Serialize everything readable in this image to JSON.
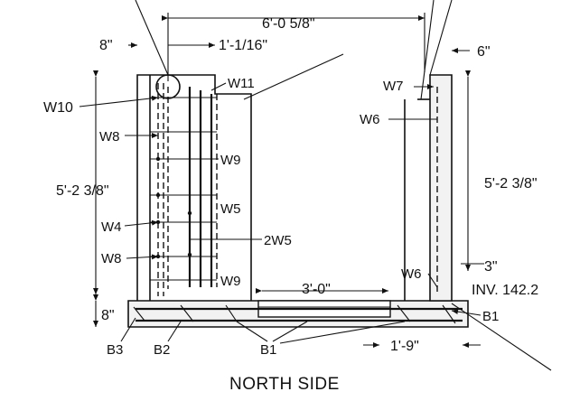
{
  "title": "NORTH SIDE",
  "dimensions": {
    "top_span": "6'-0 5/8\"",
    "left_wall_width": "8\"",
    "offset": "1'-1/16\"",
    "right_wall_width": "6\"",
    "left_height": "5'-2 3/8\"",
    "right_height": "5'-2 3/8\"",
    "slab_thickness": "8\"",
    "trough_length": "3'-0\"",
    "invert_drop": "3\"",
    "right_offset": "1'-9\""
  },
  "invert_label": "INV. 142.2",
  "bar_labels": {
    "w11": "W11",
    "w10": "W10",
    "w8_top": "W8",
    "w9_top": "W9",
    "w5": "W5",
    "w4": "W4",
    "w5x2": "2W5",
    "w8_bot": "W8",
    "w9_bot": "W9",
    "w7": "W7",
    "w6_top": "W6",
    "w6_bot": "W6",
    "b1_right": "B1",
    "b1_bottom": "B1",
    "b2": "B2",
    "b3": "B3"
  }
}
